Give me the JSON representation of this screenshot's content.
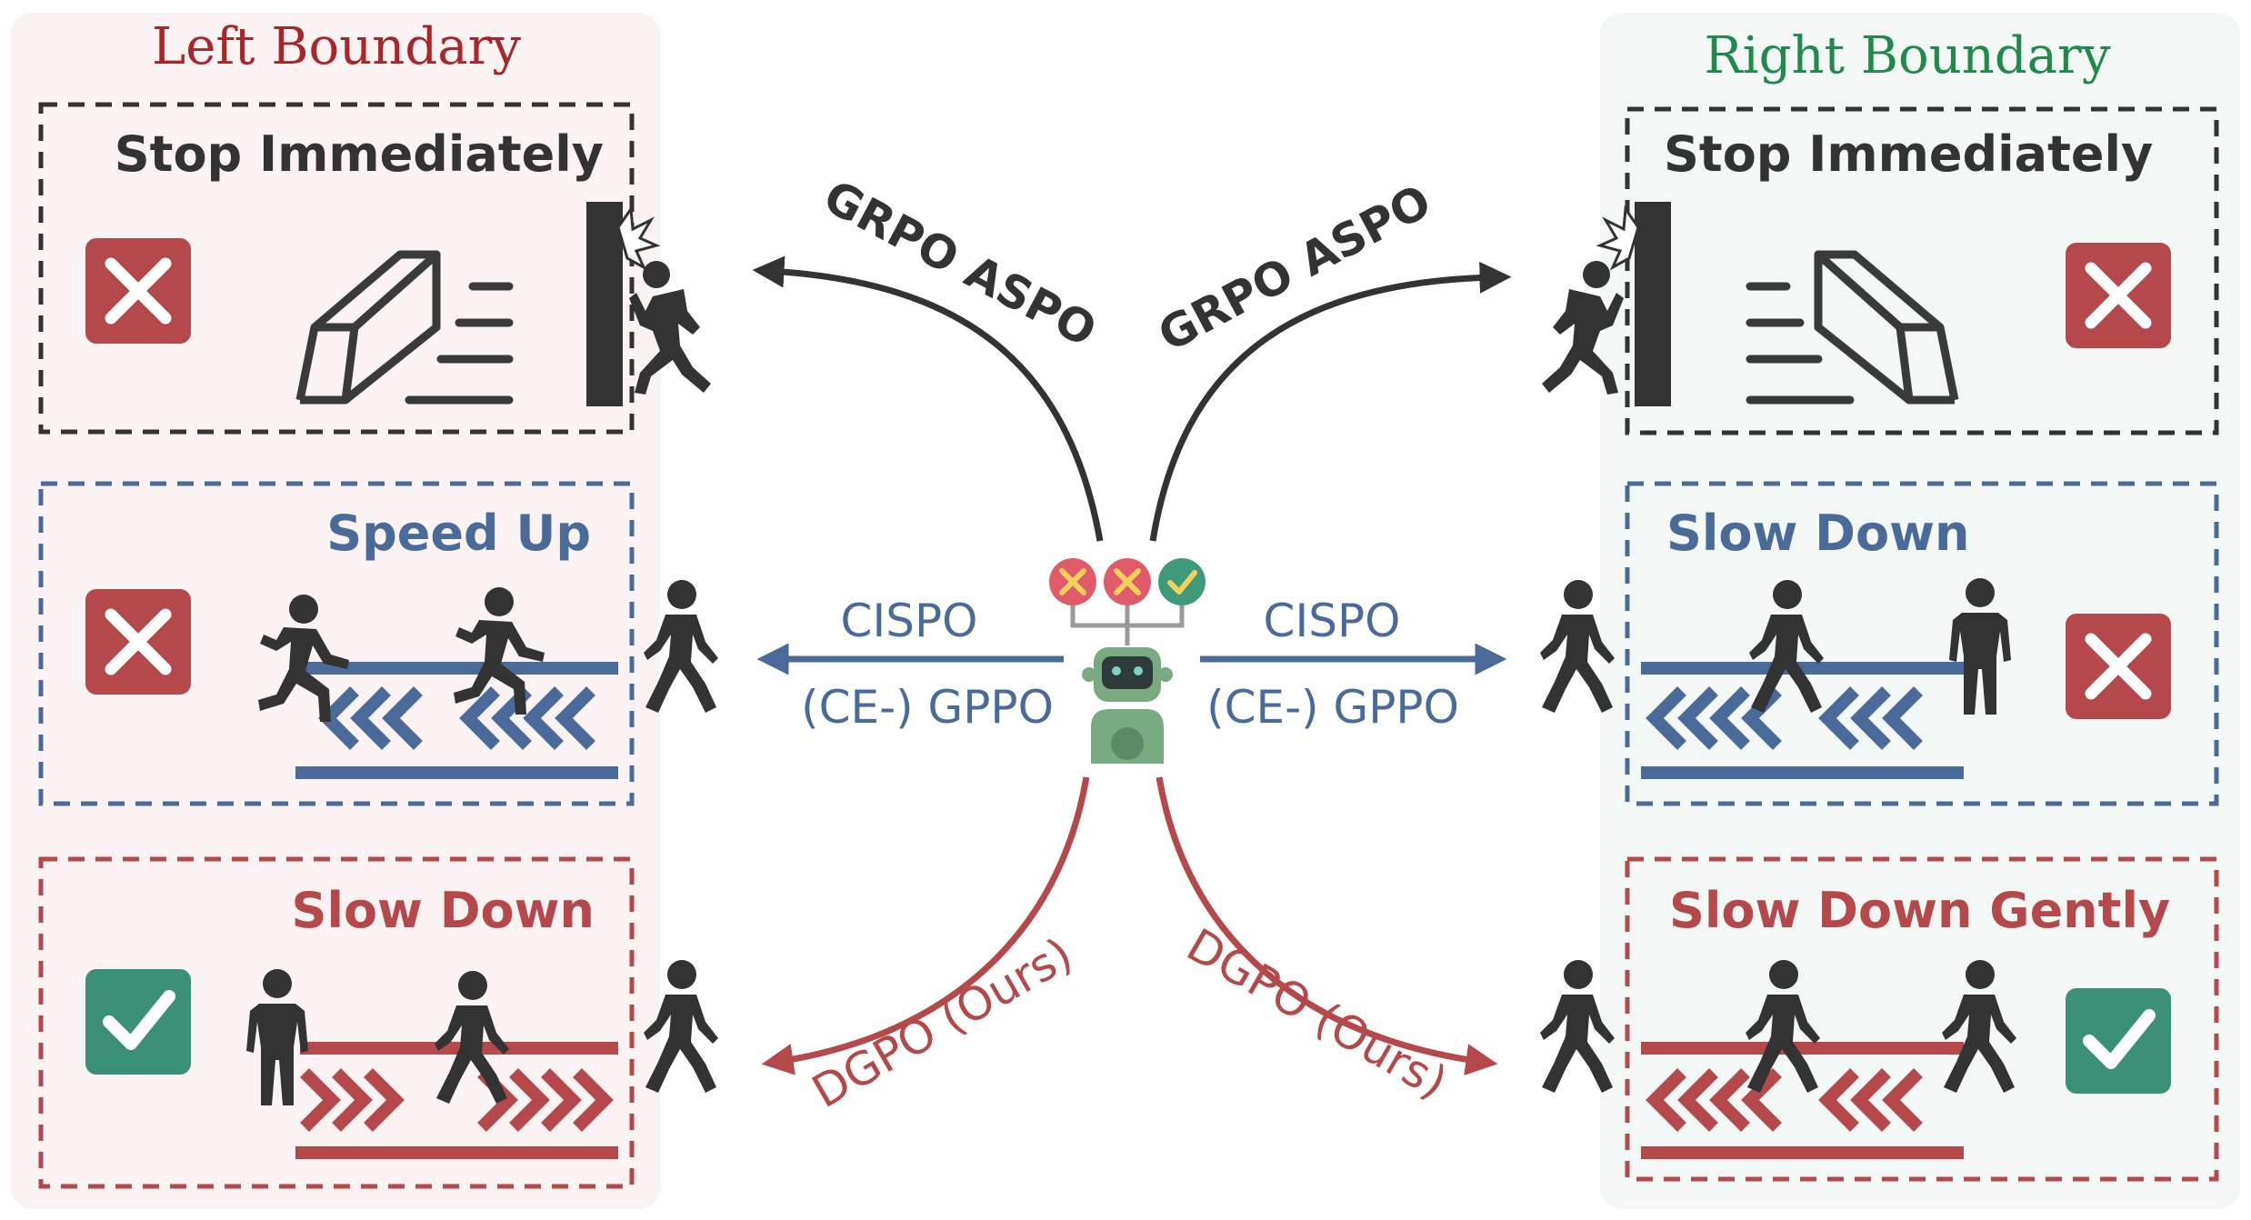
{
  "left_panel": {
    "title": "Left Boundary",
    "cases": [
      {
        "label": "Stop Immediately",
        "verdict": "wrong"
      },
      {
        "label": "Speed Up",
        "verdict": "wrong"
      },
      {
        "label": "Slow Down",
        "verdict": "correct"
      }
    ]
  },
  "right_panel": {
    "title": "Right Boundary",
    "cases": [
      {
        "label": "Stop Immediately",
        "verdict": "wrong"
      },
      {
        "label": "Slow Down",
        "verdict": "wrong"
      },
      {
        "label": "Slow Down Gently",
        "verdict": "correct"
      }
    ]
  },
  "methods": {
    "top_left": "GRPO ASPO",
    "top_right": "GRPO ASPO",
    "mid_left_line1": "CISPO",
    "mid_left_line2": "(CE-) GPPO",
    "mid_right_line1": "CISPO",
    "mid_right_line2": "(CE-) GPPO",
    "bottom_left": "DGPO (Ours)",
    "bottom_right": "DGPO (Ours)"
  },
  "colors": {
    "left_title": "#a8262b",
    "right_title": "#1f8a4c",
    "top_group": "#333333",
    "mid_group": "#4a6b9a",
    "bottom_group": "#b5484a",
    "wrong_badge": "#b5484a",
    "correct_badge": "#3a9178",
    "left_bg": "#fbf3f3",
    "right_bg": "#f3f8f6",
    "robot": "#7aaa82"
  },
  "icons": {
    "wrong": "cross-icon",
    "correct": "check-icon",
    "robot": "robot-icon",
    "barrier": "barrier-icon",
    "walker": "walking-person-icon",
    "runner": "running-person-icon",
    "standing": "standing-person-icon",
    "crash": "crashing-person-icon"
  }
}
